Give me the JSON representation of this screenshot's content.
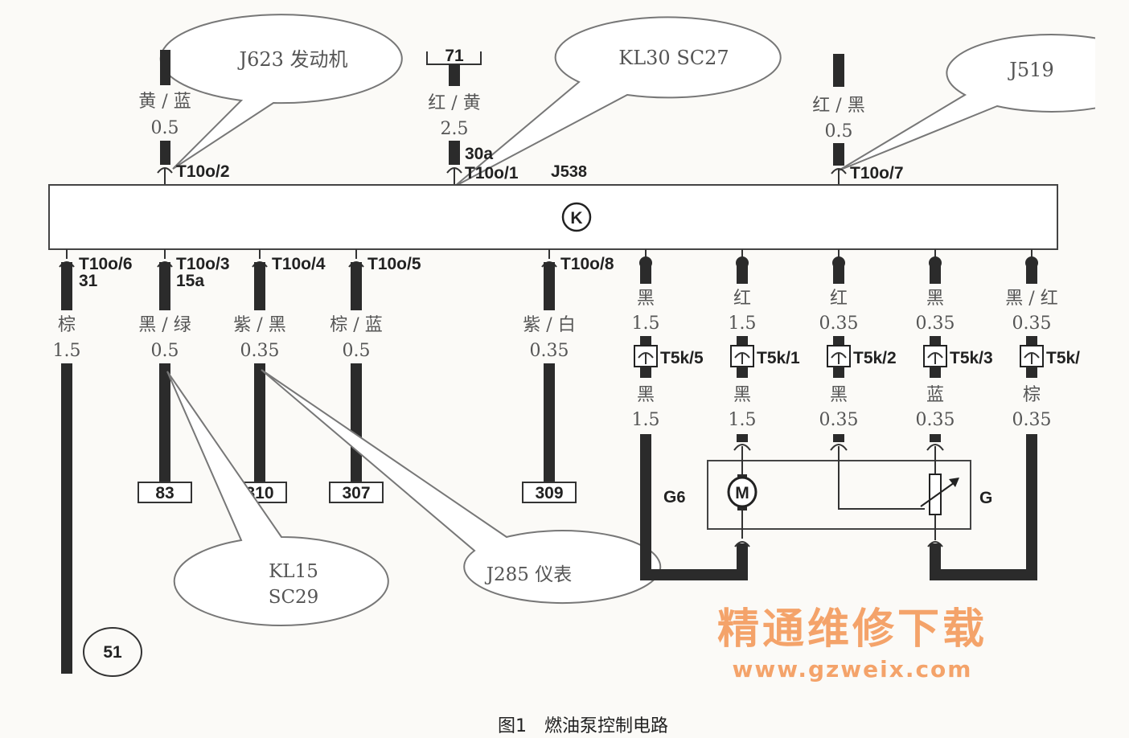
{
  "module": {
    "name": "J",
    "sub": "538",
    "symbol": "K"
  },
  "top_wires": [
    {
      "color": "黄 / 蓝",
      "gauge": "0.5",
      "pin": "T10o/2",
      "callout": "J623 发动机"
    },
    {
      "color": "红 / 黄",
      "gauge": "2.5",
      "pin": "T10o/1",
      "terminal": "30a",
      "fuse": "71",
      "callout": "KL30 SC27"
    },
    {
      "color": "红 / 黑",
      "gauge": "0.5",
      "pin": "T10o/7",
      "callout": "J519"
    }
  ],
  "bottom_wires": [
    {
      "pin": "T10o/6",
      "terminal": "31",
      "color": "棕",
      "gauge": "1.5",
      "ground": "51"
    },
    {
      "pin": "T10o/3",
      "terminal": "15a",
      "color": "黑 / 绿",
      "gauge": "0.5",
      "ref": "83"
    },
    {
      "pin": "T10o/4",
      "color": "紫 / 黑",
      "gauge": "0.35",
      "ref": "310"
    },
    {
      "pin": "T10o/5",
      "color": "棕 / 蓝",
      "gauge": "0.5",
      "ref": "307"
    },
    {
      "pin": "T10o/8",
      "color": "紫 / 白",
      "gauge": "0.35",
      "ref": "309"
    }
  ],
  "sender_wires": [
    {
      "color_top": "黑",
      "gauge_top": "1.5",
      "pin": "T5k/5",
      "color_bottom": "黑",
      "gauge_bottom": "1.5"
    },
    {
      "color_top": "红",
      "gauge_top": "1.5",
      "pin": "T5k/1",
      "color_bottom": "黑",
      "gauge_bottom": "1.5"
    },
    {
      "color_top": "红",
      "gauge_top": "0.35",
      "pin": "T5k/2",
      "color_bottom": "黑",
      "gauge_bottom": "0.35"
    },
    {
      "color_top": "黑",
      "gauge_top": "0.35",
      "pin": "T5k/3",
      "color_bottom": "蓝",
      "gauge_bottom": "0.35"
    },
    {
      "color_top": "黑 / 红",
      "gauge_top": "0.35",
      "pin": "T5k/",
      "color_bottom": "棕",
      "gauge_bottom": "0.35"
    }
  ],
  "components": {
    "pump_label": "G",
    "pump_sub": "6",
    "motor_symbol": "M",
    "sender_label": "G"
  },
  "callouts_bottom": {
    "kl15_line1": "KL15",
    "kl15_line2": "SC29",
    "j285": "J285 仪表"
  },
  "watermark": {
    "cn": "精通维修下载",
    "url": "www.gzweix.com"
  },
  "caption": "图1　燃油泵控制电路"
}
